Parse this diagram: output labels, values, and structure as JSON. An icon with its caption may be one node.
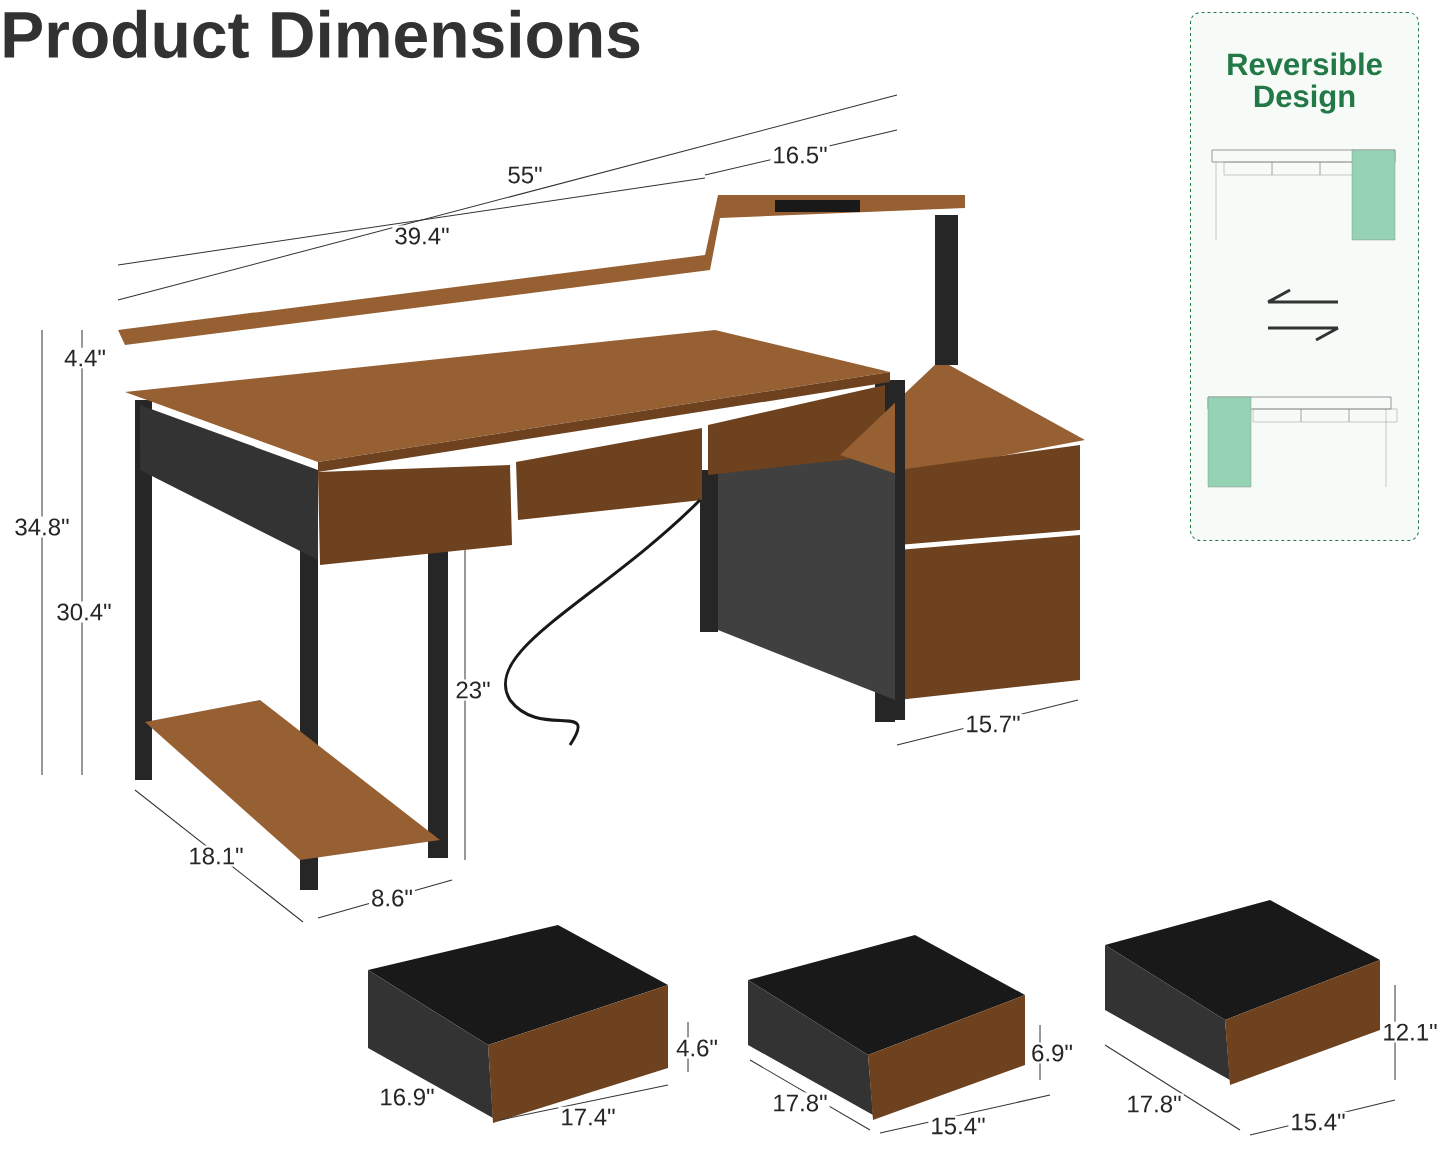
{
  "diagram": {
    "title": "Product Dimensions",
    "nodes": [
      {
        "text": [
          "Reversible Design"
        ]
      }
    ],
    "labels": [
      "16.5\"",
      "55\"",
      "39.4\"",
      "4.4\"",
      "34.8\"",
      "30.4\"",
      "23\"",
      "15.7\"",
      "18.1\"",
      "8.6\"",
      "4.6\"",
      "6.9\"",
      "12.1\"",
      "16.9\"",
      "17.4\"",
      "17.8\"",
      "15.4\"",
      "17.8\"",
      "15.4\""
    ]
  }
}
